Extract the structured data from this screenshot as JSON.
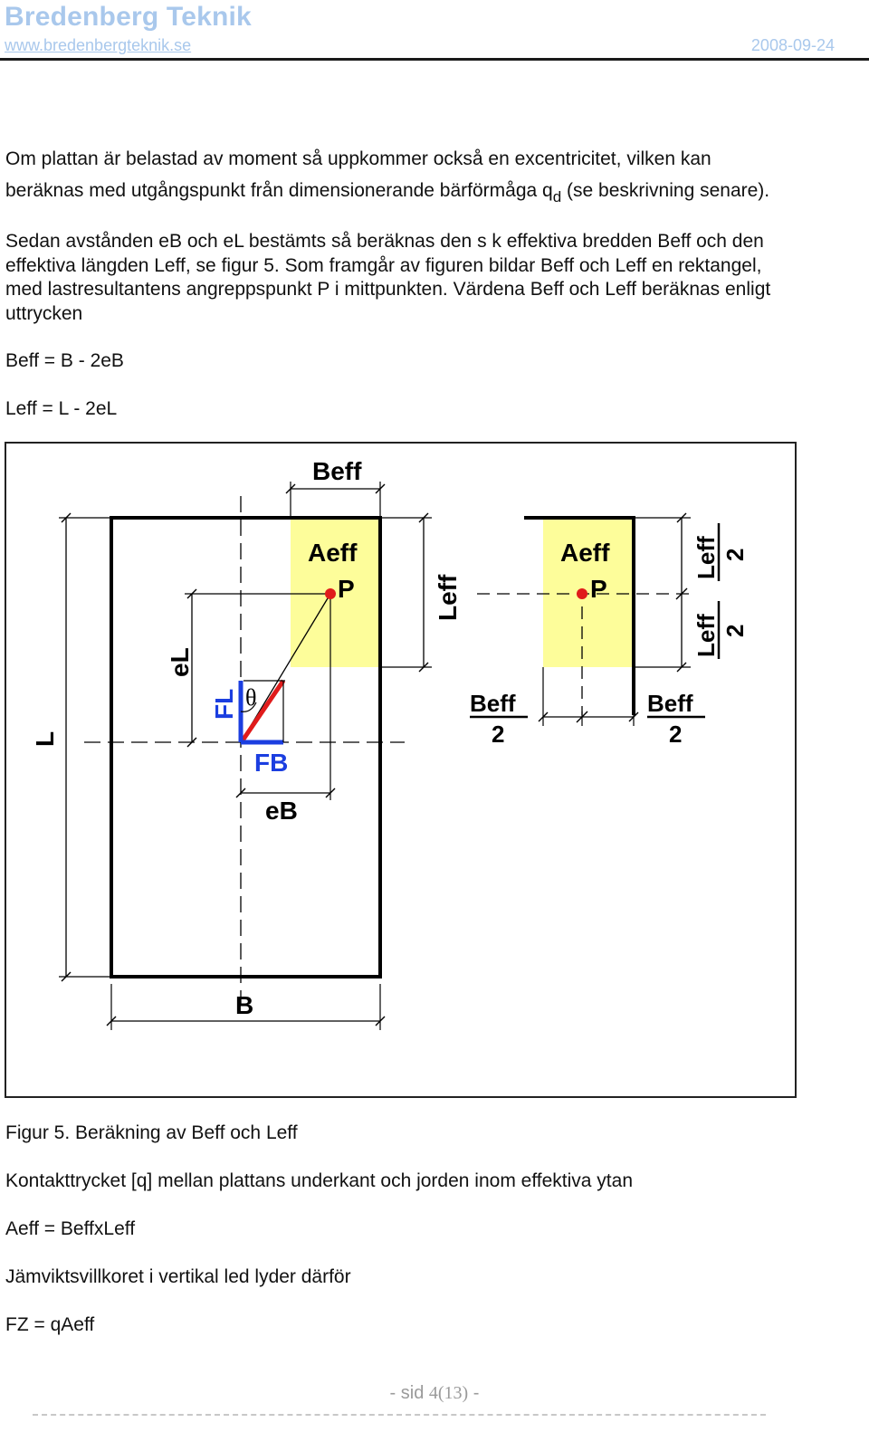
{
  "header": {
    "brand": "Bredenberg Teknik",
    "url": "www.bredenbergteknik.se",
    "date": "2008-09-24"
  },
  "body": {
    "p1_line1": "Om plattan är belastad av moment så uppkommer också en excentricitet, vilken kan",
    "p1_line2_a": "beräknas med utgångspunkt från dimensionerande bärförmåga q",
    "p1_line2_sub": "d",
    "p1_line2_b": " (se beskrivning senare).",
    "p2_line1": "Sedan avstånden eB och eL bestämts så beräknas den s k effektiva bredden Beff och den",
    "p2_line2": "effektiva längden Leff, se figur 5. Som framgår av figuren bildar Beff och Leff en rektangel,",
    "p2_line3": "med lastresultantens angreppspunkt P i mittpunkten.  Värdena Beff och Leff beräknas enligt",
    "p2_line4": "uttrycken",
    "eq1": "Beff = B - 2eB",
    "eq2": "Leff = L - 2eL",
    "caption": "Figur 5. Beräkning av Beff och Leff",
    "p3": "Kontakttrycket [q] mellan plattans underkant och jorden inom effektiva ytan",
    "eq3": "Aeff = BeffxLeff",
    "p4": "Jämviktsvillkoret i vertikal led lyder därför",
    "eq4": "FZ = qAeff"
  },
  "figure": {
    "labels": {
      "beff_top": "Beff",
      "aeff_left": "Aeff",
      "p_left": "P",
      "leff": "Leff",
      "el": "eL",
      "fl": "FL",
      "theta": "θ",
      "fb": "FB",
      "eb": "eB",
      "l": "L",
      "b": "B",
      "aeff_right": "Aeff",
      "p_right": "P",
      "leff_half_top_num": "Leff",
      "leff_half_top_den": "2",
      "leff_half_bot_num": "Leff",
      "leff_half_bot_den": "2",
      "beff_half_left_num": "Beff",
      "beff_half_left_den": "2",
      "beff_half_right_num": "Beff",
      "beff_half_right_den": "2"
    },
    "colors": {
      "effective_area": "#fdfd9a",
      "point": "#e01b1b",
      "fl_arrow": "#1b3ee0",
      "fb_arrow": "#1b3ee0",
      "resultant": "#e01b1b",
      "label_blue": "#1b3ee0"
    }
  },
  "footer": {
    "prefix": "-  sid ",
    "page": "4(13)",
    "suffix": "  -"
  }
}
